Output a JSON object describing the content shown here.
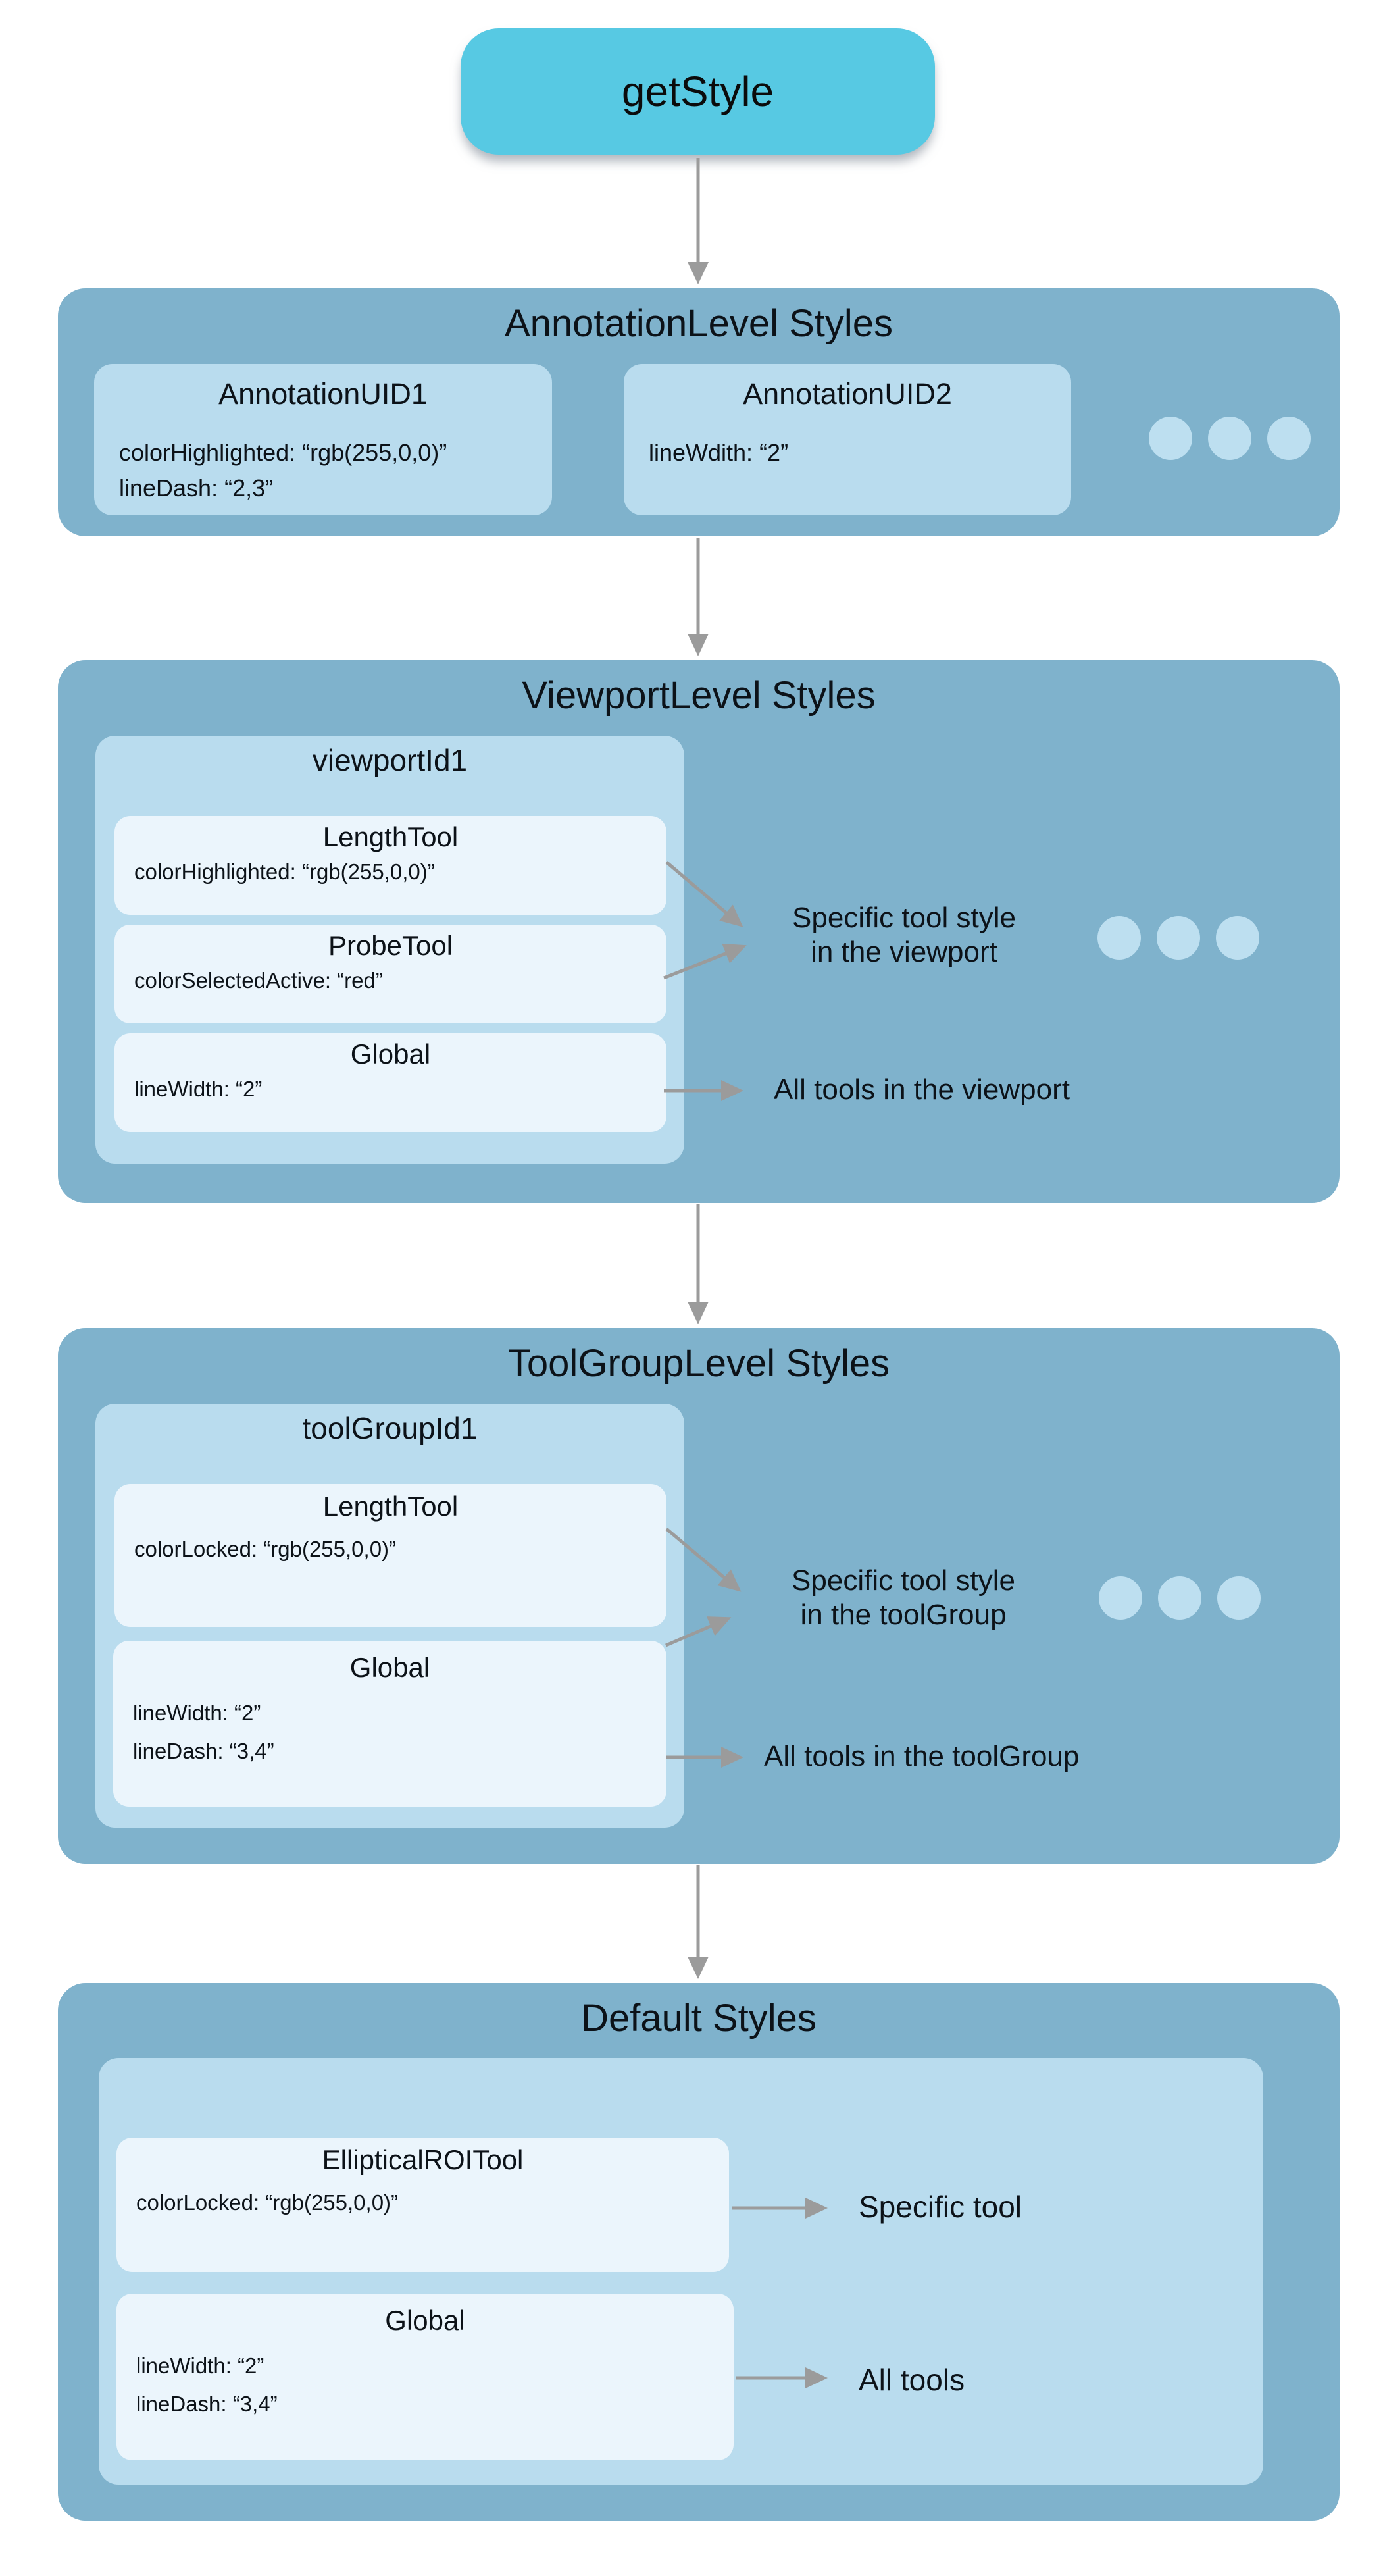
{
  "pill": {
    "label": "getStyle"
  },
  "colors": {
    "pill": "#57C9E3",
    "section_bg": "#7FB2CC",
    "card_bg": "#B9DCEE",
    "tool_bg": "#EBF5FC",
    "dots": "#BDDFF0",
    "arrow": "#9B9B9B",
    "text": "#0C1218"
  },
  "annotation_level": {
    "title": "AnnotationLevel Styles",
    "cards": [
      {
        "title": "AnnotationUID1",
        "props": [
          "colorHighlighted: “rgb(255,0,0)”",
          "lineDash: “2,3”"
        ]
      },
      {
        "title": "AnnotationUID2",
        "props": [
          "lineWdith: “2”"
        ]
      }
    ]
  },
  "viewport_level": {
    "title": "ViewportLevel Styles",
    "group": {
      "title": "viewportId1",
      "tools": [
        {
          "title": "LengthTool",
          "props": [
            "colorHighlighted: “rgb(255,0,0)”"
          ]
        },
        {
          "title": "ProbeTool",
          "props": [
            "colorSelectedActive: “red”"
          ]
        },
        {
          "title": "Global",
          "props": [
            "lineWidth: “2”"
          ]
        }
      ]
    },
    "labels": {
      "specific_line1": "Specific tool style",
      "specific_line2": "in the viewport",
      "all": "All tools in the viewport"
    }
  },
  "toolgroup_level": {
    "title": "ToolGroupLevel Styles",
    "group": {
      "title": "toolGroupId1",
      "tools": [
        {
          "title": "LengthTool",
          "props": [
            "colorLocked: “rgb(255,0,0)”"
          ]
        },
        {
          "title": "Global",
          "props": [
            "lineWidth: “2”",
            "lineDash: “3,4”"
          ]
        }
      ]
    },
    "labels": {
      "specific_line1": "Specific tool style",
      "specific_line2": "in the toolGroup",
      "all": "All tools in the toolGroup"
    }
  },
  "default_level": {
    "title": "Default Styles",
    "group": {
      "tools": [
        {
          "title": "EllipticalROITool",
          "props": [
            "colorLocked: “rgb(255,0,0)”"
          ]
        },
        {
          "title": "Global",
          "props": [
            "lineWidth: “2”",
            "lineDash: “3,4”"
          ]
        }
      ]
    },
    "labels": {
      "specific": "Specific tool",
      "all": "All tools"
    }
  }
}
